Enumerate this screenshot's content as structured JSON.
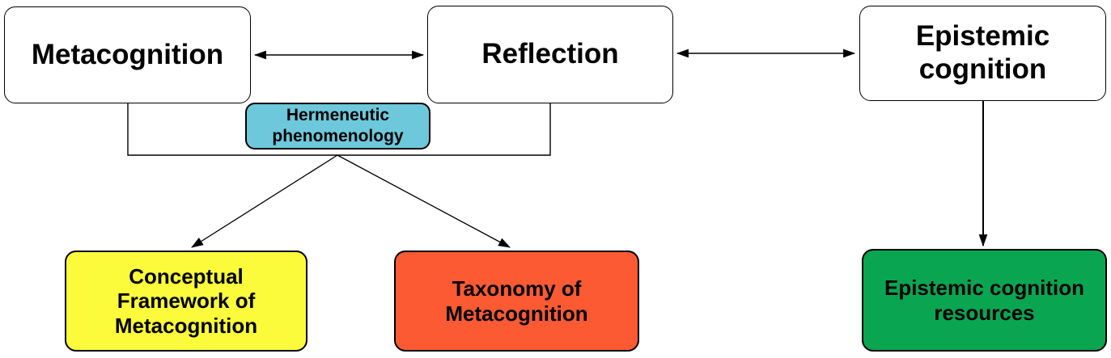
{
  "diagram": {
    "background_color": "#ffffff",
    "line_color": "#000000",
    "text_color": "#000000",
    "nodes": {
      "metacognition": {
        "label": "Metacognition",
        "fill": "#ffffff",
        "shape": "rounded-rectangle"
      },
      "reflection": {
        "label": "Reflection",
        "fill": "#ffffff",
        "shape": "rounded-rectangle"
      },
      "epistemic_cognition": {
        "label": "Epistemic cognition",
        "fill": "#ffffff",
        "shape": "rounded-rectangle"
      },
      "hermeneutic_phenomenology": {
        "label": "Hermeneutic phenomenology",
        "fill": "#6ec8db",
        "shape": "rounded-rectangle"
      },
      "conceptual_framework": {
        "label": "Conceptual Framework of Metacognition",
        "fill": "#fbfb3b",
        "shape": "rounded-rectangle"
      },
      "taxonomy_of_metacognition": {
        "label": "Taxonomy of Metacognition",
        "fill": "#fb5a33",
        "shape": "rounded-rectangle"
      },
      "epistemic_cognition_resources": {
        "label": "Epistemic cognition resources",
        "fill": "#0aa551",
        "shape": "rounded-rectangle"
      }
    },
    "edges": [
      {
        "from": "metacognition",
        "to": "reflection",
        "type": "double-headed-arrow"
      },
      {
        "from": "reflection",
        "to": "epistemic_cognition",
        "type": "double-headed-arrow"
      },
      {
        "from": "metacognition",
        "to": "hermeneutic_phenomenology",
        "type": "bracket-line"
      },
      {
        "from": "reflection",
        "to": "hermeneutic_phenomenology",
        "type": "bracket-line"
      },
      {
        "from": "hermeneutic_phenomenology",
        "to": "conceptual_framework",
        "type": "arrow"
      },
      {
        "from": "hermeneutic_phenomenology",
        "to": "taxonomy_of_metacognition",
        "type": "arrow"
      },
      {
        "from": "epistemic_cognition",
        "to": "epistemic_cognition_resources",
        "type": "arrow"
      }
    ]
  }
}
